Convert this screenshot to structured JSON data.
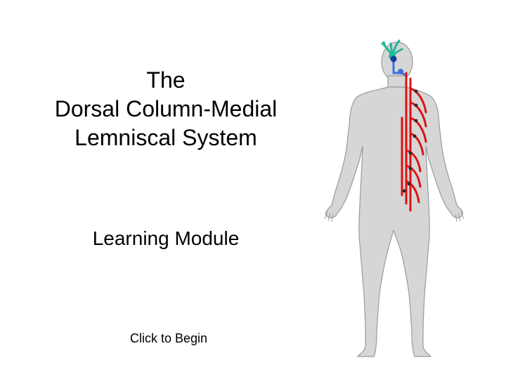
{
  "slide": {
    "title_lines": [
      "The",
      "Dorsal Column-Medial",
      "Lemniscal System"
    ],
    "subtitle": "Learning Module",
    "begin_label": "Click to Begin"
  },
  "figure": {
    "icon": "human-body-illustration",
    "colors": {
      "body": "#d6d6d6",
      "outline": "#9a9a9a",
      "spinal_pathway": "#dd1111",
      "brainstem_pathway": "#3f6fd8",
      "cortex_neuron": "#22b89a",
      "dots": "#2a2a2a"
    }
  }
}
